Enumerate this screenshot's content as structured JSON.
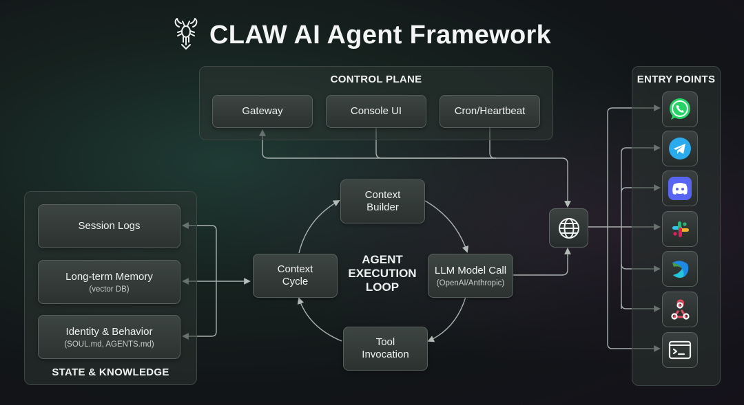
{
  "title": "CLAW AI Agent Framework",
  "title_icon": "lobster-icon",
  "control_plane": {
    "label": "CONTROL PLANE",
    "items": [
      "Gateway",
      "Console UI",
      "Cron/Heartbeat"
    ]
  },
  "state_knowledge": {
    "label": "STATE & KNOWLEDGE",
    "items": [
      {
        "main": "Session Logs",
        "sub": ""
      },
      {
        "main": "Long-term Memory",
        "sub": "(vector DB)"
      },
      {
        "main": "Identity & Behavior",
        "sub": "(SOUL.md, AGENTS.md)"
      }
    ]
  },
  "loop": {
    "label": "AGENT\nEXECUTION\nLOOP",
    "context_builder": "Context\nBuilder",
    "llm_call": {
      "main": "LLM Model Call",
      "sub": "(OpenAI/Anthropic)"
    },
    "tool_invocation": "Tool\nInvocation",
    "context_cycle": "Context\nCycle"
  },
  "entry_points": {
    "label": "ENTRY POINTS",
    "icons": [
      "whatsapp-icon",
      "telegram-icon",
      "discord-icon",
      "slack-icon",
      "teams-icon",
      "webhook-icon",
      "terminal-icon"
    ]
  },
  "network_icon": "globe-icon",
  "colors": {
    "whatsapp": "#25D366",
    "telegram": "#2AABEE",
    "discord": "#5865F2",
    "slack_red": "#E01E5A",
    "slack_blue": "#36C5F0",
    "slack_green": "#2EB67D",
    "slack_yellow": "#ECB22E",
    "webhook": "#E84B5F",
    "connector": "#a9b1ae"
  }
}
